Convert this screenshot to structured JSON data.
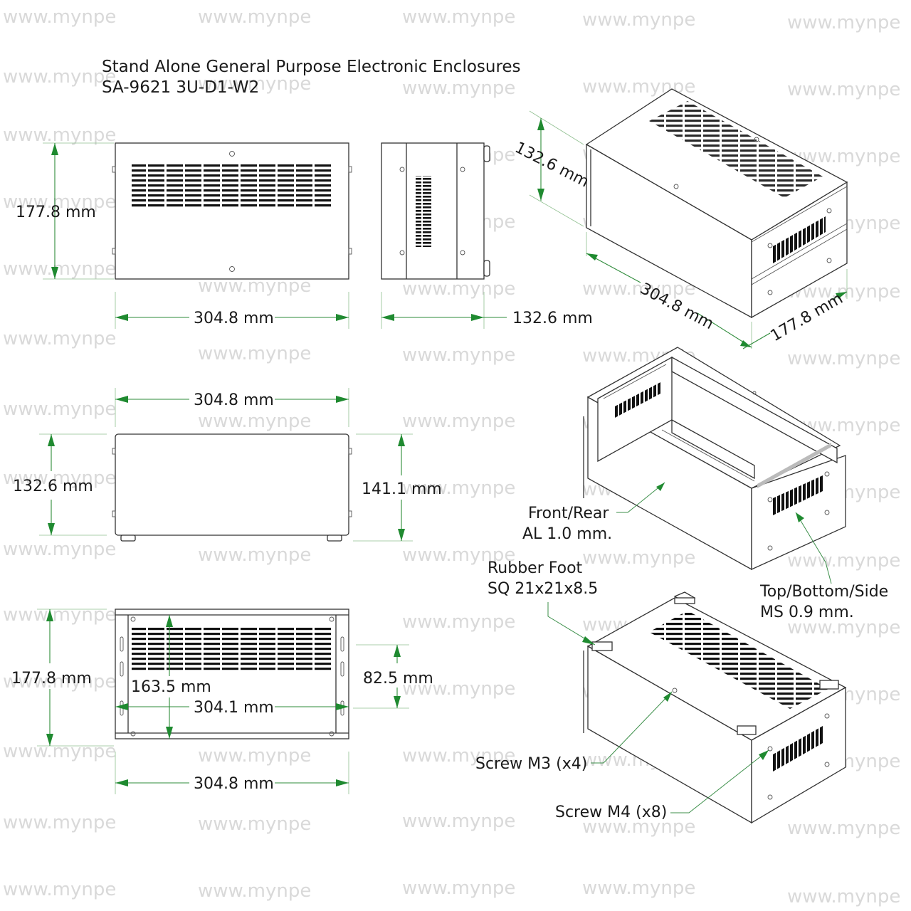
{
  "watermark": "www.mynpe",
  "title": {
    "line1": "Stand Alone General Purpose Electronic Enclosures",
    "line2": "SA-9621 3U-D1-W2"
  },
  "front_view": {
    "height": "177.8 mm",
    "width": "304.8 mm"
  },
  "side_view": {
    "depth": "132.6 mm"
  },
  "iso_view": {
    "height": "132.6 mm",
    "length": "304.8 mm",
    "depth": "177.8 mm"
  },
  "top_view": {
    "width": "304.8 mm",
    "height_left": "132.6 mm",
    "height_right": "141.1 mm"
  },
  "panel_view": {
    "height": "177.8 mm",
    "inner_height": "163.5 mm",
    "inner_width": "304.1 mm",
    "hole_spacing": "82.5 mm",
    "width": "304.8 mm"
  },
  "callouts": {
    "front_rear_1": "Front/Rear",
    "front_rear_2": "AL 1.0 mm.",
    "top_bottom_1": "Top/Bottom/Side",
    "top_bottom_2": "MS 0.9 mm.",
    "rubber_1": "Rubber Foot",
    "rubber_2": "SQ 21x21x8.5",
    "screw_m3": "Screw M3 (x4)",
    "screw_m4": "Screw M4 (x8)"
  },
  "colors": {
    "dimension": "#1f8a30",
    "watermark": "#d9d9d9",
    "line": "#333333"
  }
}
